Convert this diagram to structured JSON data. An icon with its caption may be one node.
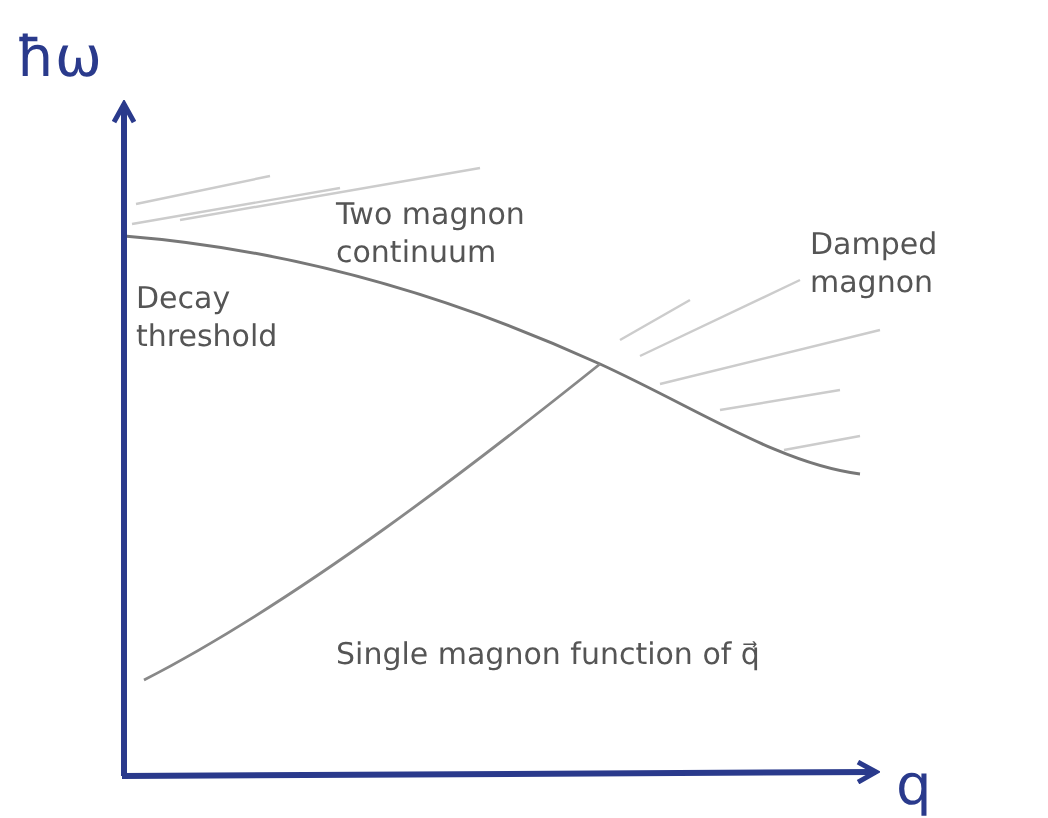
{
  "diagram": {
    "labels": [
      "ħω",
      "Two magnon continuum",
      "Damped magnon",
      "Decay threshold",
      "Single magnon function of q⃗",
      "q"
    ]
  }
}
